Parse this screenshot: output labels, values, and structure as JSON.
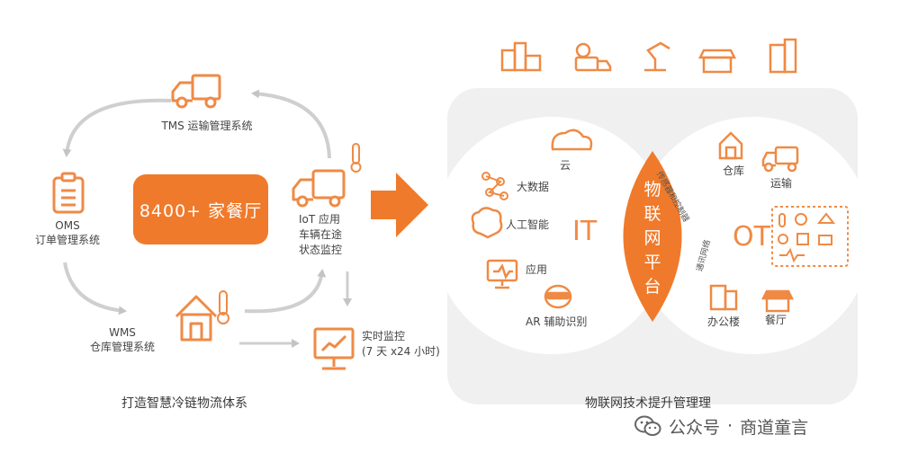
{
  "left": {
    "badge": "8400+ 家餐厅",
    "tms": "TMS 运输管理系统",
    "oms": {
      "line1": "OMS",
      "line2": "订单管理系统"
    },
    "wms": {
      "line1": "WMS",
      "line2": "仓库管理系统"
    },
    "iot": {
      "line1": "IoT 应用",
      "line2": "车辆在途",
      "line3": "状态监控"
    },
    "monitor": {
      "line1": "实时监控",
      "line2": "(7 天 x24 小时)"
    },
    "caption": "打造智慧冷链物流体系"
  },
  "right": {
    "it_label": "IT",
    "ot_label": "OT",
    "center": [
      "物",
      "联",
      "网",
      "平",
      "台"
    ],
    "it_items": {
      "cloud": "云",
      "bigdata": "大数据",
      "ai": "人工智能",
      "app": "应用",
      "ar": "AR 辅助识别"
    },
    "ot_items": {
      "warehouse": "仓库",
      "transport": "运输",
      "office": "办公楼",
      "restaurant": "餐厅"
    },
    "arc_top": "传感器和控制器",
    "arc_bottom": "通讯网络",
    "caption": "物联网技术提升管理理"
  },
  "watermark": {
    "platform": "公众号",
    "sep": "·",
    "name": "商道童言"
  },
  "colors": {
    "accent": "#f07a2b",
    "icon": "#ef8a45",
    "arrow_gray": "#c9c9c9"
  }
}
